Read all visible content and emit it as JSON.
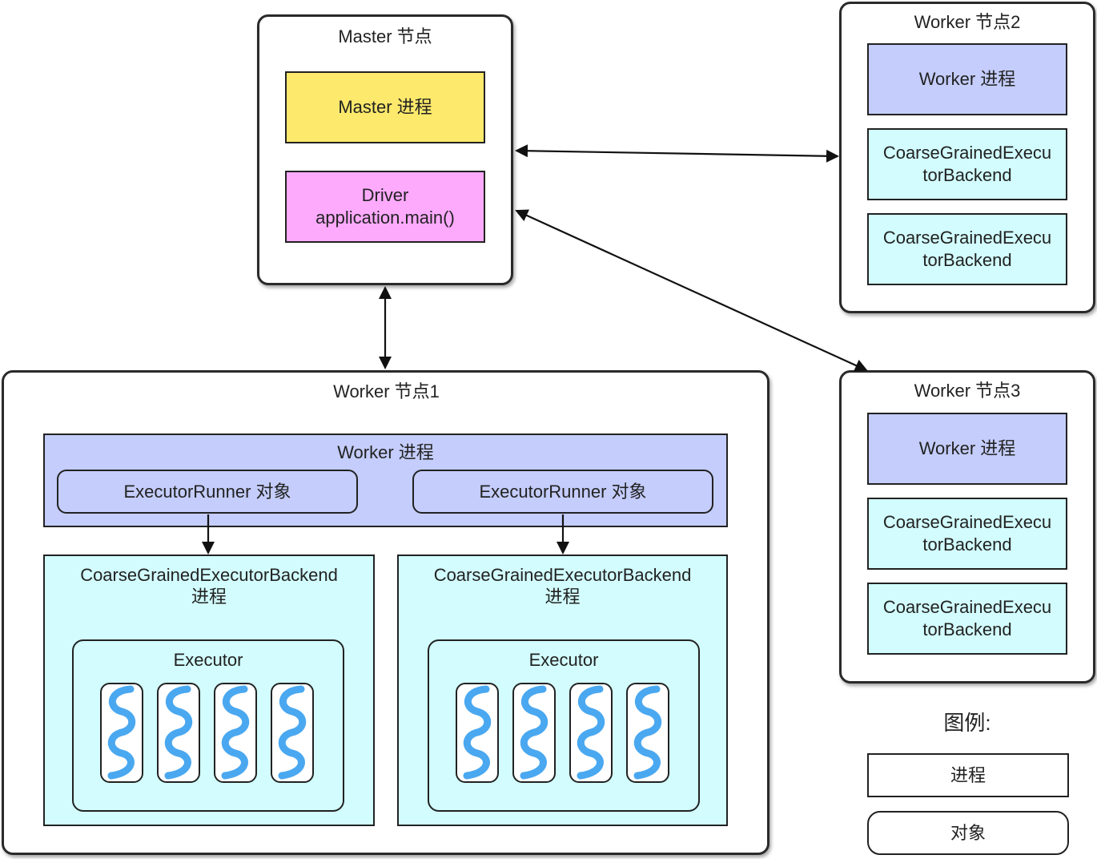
{
  "master": {
    "title": "Master 节点",
    "process": "Master 进程",
    "driver": "Driver\napplication.main()"
  },
  "worker2": {
    "title": "Worker 节点2",
    "process": "Worker 进程",
    "backend1": "CoarseGrainedExecu\ntorBackend",
    "backend2": "CoarseGrainedExecu\ntorBackend"
  },
  "worker3": {
    "title": "Worker 节点3",
    "process": "Worker 进程",
    "backend1": "CoarseGrainedExecu\ntorBackend",
    "backend2": "CoarseGrainedExecu\ntorBackend"
  },
  "worker1": {
    "title": "Worker 节点1",
    "process": "Worker 进程",
    "runner1": "ExecutorRunner 对象",
    "runner2": "ExecutorRunner 对象",
    "backend1": "CoarseGrainedExecutorBackend\n进程",
    "backend2": "CoarseGrainedExecutorBackend\n进程",
    "executor1": "Executor",
    "executor2": "Executor"
  },
  "legend": {
    "title": "图例:",
    "process": "进程",
    "object": "对象"
  },
  "colors": {
    "master_process": "#fde96b",
    "driver": "#fdaafd",
    "worker_process": "#c4cdfb",
    "backend": "#d2fcfd",
    "thread_icon": "#4aa8f0"
  }
}
